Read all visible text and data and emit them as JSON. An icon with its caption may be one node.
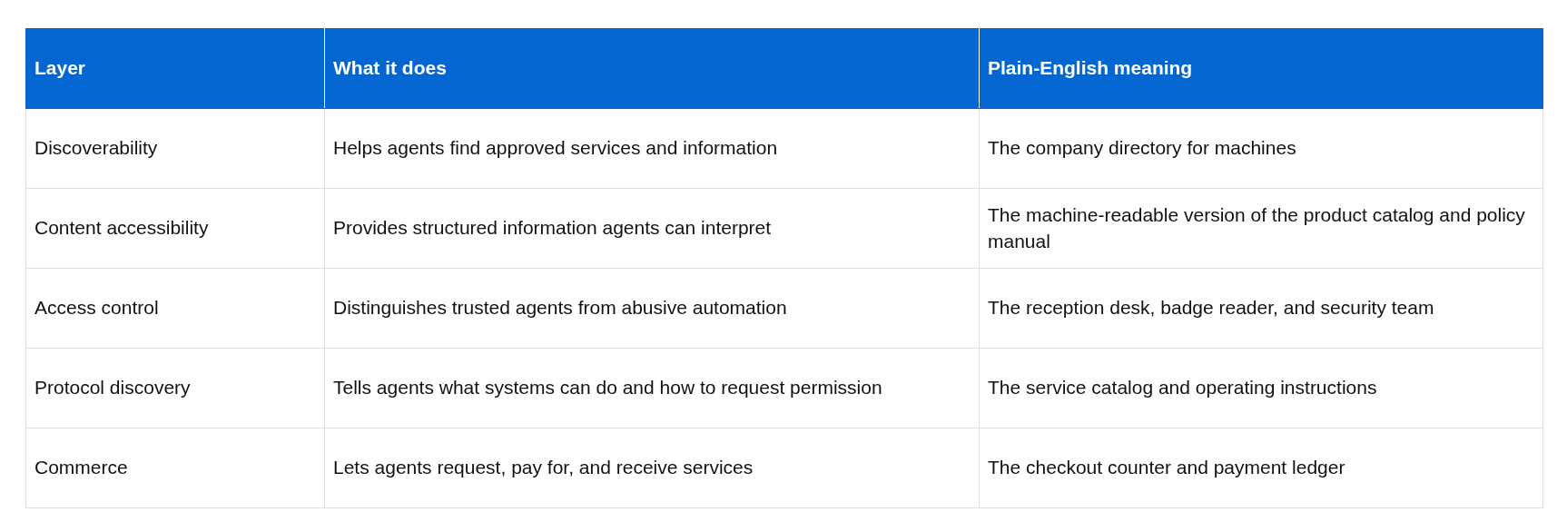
{
  "diagram": {
    "labels": [
      "Layer",
      "What it does",
      "Plain-English meaning",
      "Discoverability",
      "Helps agents find approved services and information",
      "The company directory for machines",
      "Content accessibility",
      "Provides structured information agents can interpret",
      "The machine-readable version of the product catalog and policy manual",
      "Access control",
      "Distinguishes trusted agents from abusive automation",
      "The reception desk, badge reader, and security team",
      "Protocol discovery",
      "Tells agents what systems can do and how to request permission",
      "The service catalog and operating instructions",
      "Commerce",
      "Lets agents request, pay for, and receive services",
      "The checkout counter and payment ledger"
    ]
  }
}
